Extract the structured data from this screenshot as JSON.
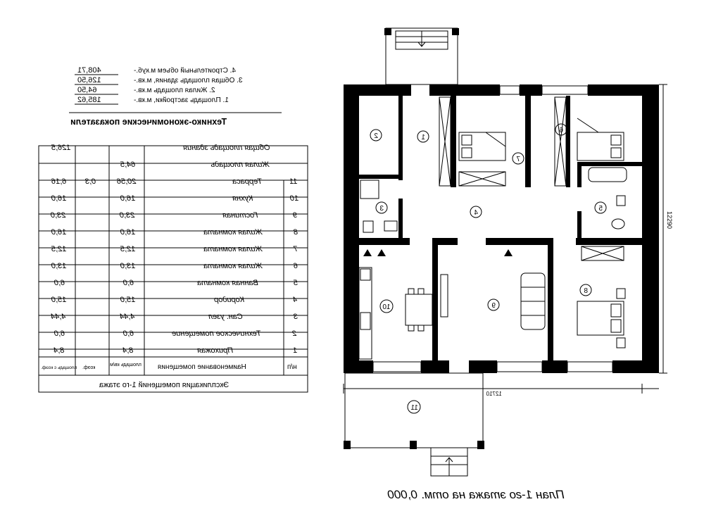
{
  "plan_title": "План 1-го этажа на отм. 0,000",
  "dimensions": {
    "width": "12710",
    "depth": "12290"
  },
  "indicators": {
    "title": "Технико-экономические показатели",
    "rows": [
      {
        "label": "1. Площадь застройки, м.кв.-",
        "value": "185,62"
      },
      {
        "label": "2. Жилая площадь м.кв.-",
        "value": "64,50"
      },
      {
        "label": "3. Общая площадь здания, м.кв.-",
        "value": "126,50"
      },
      {
        "label": "4. Строительный объем м.куб.-",
        "value": "408,71"
      }
    ]
  },
  "explication": {
    "title": "Экспликация помещений 1-го этажа",
    "headers": [
      "н/п",
      "Наименование помещения",
      "площадь кв/м",
      "коэф.",
      "площадь с коэф."
    ],
    "rows": [
      {
        "n": "1",
        "name": "Прихожая",
        "area": "8,4",
        "coef": "",
        "area_coef": "8,4"
      },
      {
        "n": "2",
        "name": "Техническое помещение",
        "area": "6,0",
        "coef": "",
        "area_coef": "6,0"
      },
      {
        "n": "3",
        "name": "Сан. узел",
        "area": "4,44",
        "coef": "",
        "area_coef": "4,44"
      },
      {
        "n": "4",
        "name": "Коридор",
        "area": "15,0",
        "coef": "",
        "area_coef": "15,0"
      },
      {
        "n": "5",
        "name": "Ванная комната",
        "area": "6,0",
        "coef": "",
        "area_coef": "6,0"
      },
      {
        "n": "6",
        "name": "Жилая комната",
        "area": "13,0",
        "coef": "",
        "area_coef": "13,0"
      },
      {
        "n": "7",
        "name": "Жилая комната",
        "area": "12,5",
        "coef": "",
        "area_coef": "12,5"
      },
      {
        "n": "8",
        "name": "Жилая комната",
        "area": "16,0",
        "coef": "",
        "area_coef": "16,0"
      },
      {
        "n": "9",
        "name": "Гостиная",
        "area": "23,0",
        "coef": "",
        "area_coef": "23,0"
      },
      {
        "n": "10",
        "name": "Кухня",
        "area": "16,0",
        "coef": "",
        "area_coef": "16,0"
      },
      {
        "n": "11",
        "name": "Терраса",
        "area": "20,56",
        "coef": "0,3",
        "area_coef": "6,16"
      }
    ],
    "living_area_label": "Жилая площадь",
    "living_area_value": "64,5",
    "total_area_label": "Общая площадь здания",
    "total_area_value": "126,5"
  },
  "room_markers": [
    "1",
    "2",
    "3",
    "4",
    "5",
    "6",
    "7",
    "8",
    "9",
    "10",
    "11"
  ]
}
